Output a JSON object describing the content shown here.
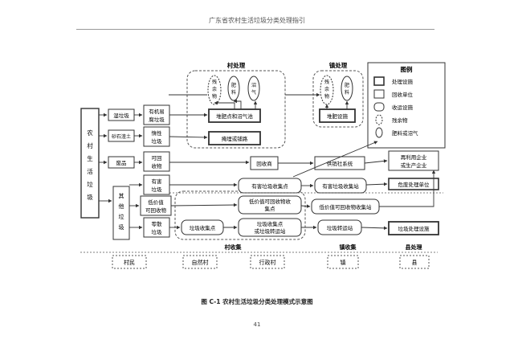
{
  "header": "广东省农村生活垃圾分类处理指引",
  "caption": "图 C-1 农村生活垃圾分类处理模式示意图",
  "page_number": "41",
  "stage_labels": {
    "village_treat": "村处理",
    "town_treat": "镇处理",
    "village_collect": "村收集",
    "town_collect": "镇收集",
    "county_treat": "县处理"
  },
  "legend": {
    "title": "图例",
    "items": [
      "处理设施",
      "回收单位",
      "收运设施",
      "残余物",
      "肥料或沼气"
    ]
  },
  "source": [
    "农",
    "村",
    "生",
    "活",
    "垃",
    "圾"
  ],
  "other": [
    "其",
    "他",
    "垃",
    "圾"
  ],
  "categories": {
    "kitchen": "湿垃圾",
    "organic": [
      "有机易",
      "腐垃圾"
    ],
    "sand": "砂石渣土",
    "inert": [
      "惰性",
      "垃圾"
    ],
    "waste": "废品",
    "recyclable": [
      "可回",
      "收物"
    ],
    "hazardous": [
      "有害",
      "垃圾"
    ],
    "low_value": [
      "低价值",
      "可回收物"
    ],
    "scattered": [
      "零散",
      "垃圾"
    ]
  },
  "village": {
    "residual": [
      "残",
      "余",
      "物"
    ],
    "fertilizer": [
      "肥",
      "料"
    ],
    "biogas": [
      "沼",
      "气"
    ],
    "compost": "堆肥点和沼气池",
    "landfill": "掩埋或铺路"
  },
  "town": {
    "residual": [
      "残",
      "余",
      "物"
    ],
    "fertilizer": [
      "肥",
      "料"
    ],
    "compost": "堆肥设施"
  },
  "chain": {
    "recycle_station": "回收商",
    "coop": "供销社系统",
    "enterprise": [
      "再利用企业",
      "或生产企业"
    ]
  },
  "collection": {
    "haz_point": "有害垃圾收集点",
    "haz_station": "有害垃圾收集站",
    "haz_unit": "危废处理单位",
    "lowval_point": [
      "低价值可回收物收",
      "集点"
    ],
    "lowval_station": "低价值可回收物收集站",
    "garbage_point": "垃圾收集点",
    "village_point": [
      "垃圾收集点",
      "或垃圾转运站"
    ],
    "transfer": "垃圾转运站",
    "facility": "垃圾处理设施"
  },
  "levels": [
    "村民",
    "自然村",
    "行政村",
    "镇",
    "县"
  ],
  "colors": {
    "line": "#333333",
    "dash": "#555555"
  }
}
